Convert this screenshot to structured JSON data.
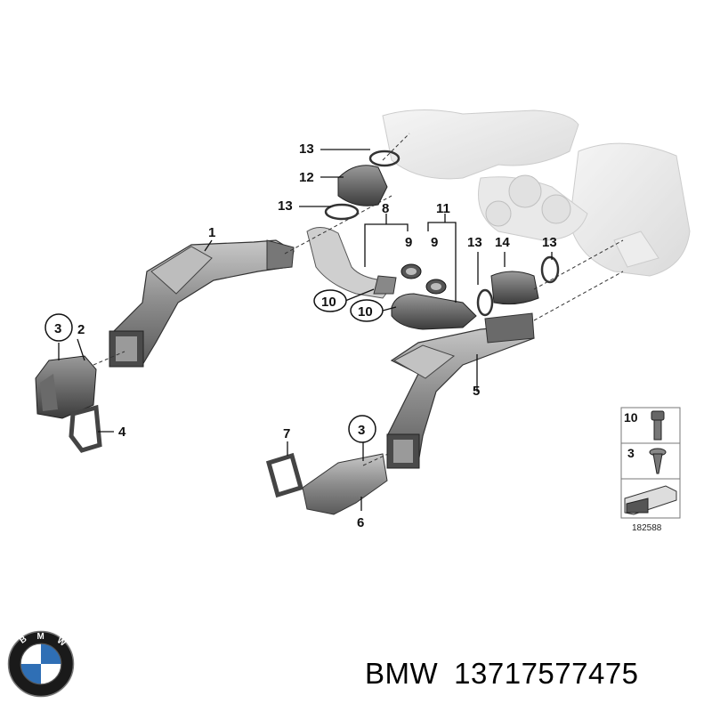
{
  "diagram": {
    "callouts": {
      "c1": "1",
      "c2": "2",
      "c3a": "3",
      "c4": "4",
      "c5": "5",
      "c6": "6",
      "c7": "7",
      "c3b": "3",
      "c8": "8",
      "c9a": "9",
      "c9b": "9",
      "c10a": "10",
      "c10b": "10",
      "c11": "11",
      "c12": "12",
      "c13a": "13",
      "c13b": "13",
      "c13c": "13",
      "c13d": "13",
      "c14": "14"
    },
    "legend": {
      "row1": "10",
      "row2": "3"
    },
    "figure_number": "182588"
  },
  "logo": {
    "letters": "BMW",
    "colors": {
      "blue": "#2f6fb5",
      "white": "#ffffff",
      "ring": "#1a1a1a"
    }
  },
  "footer": {
    "brand": "BMW",
    "part_number": "13717577475"
  }
}
